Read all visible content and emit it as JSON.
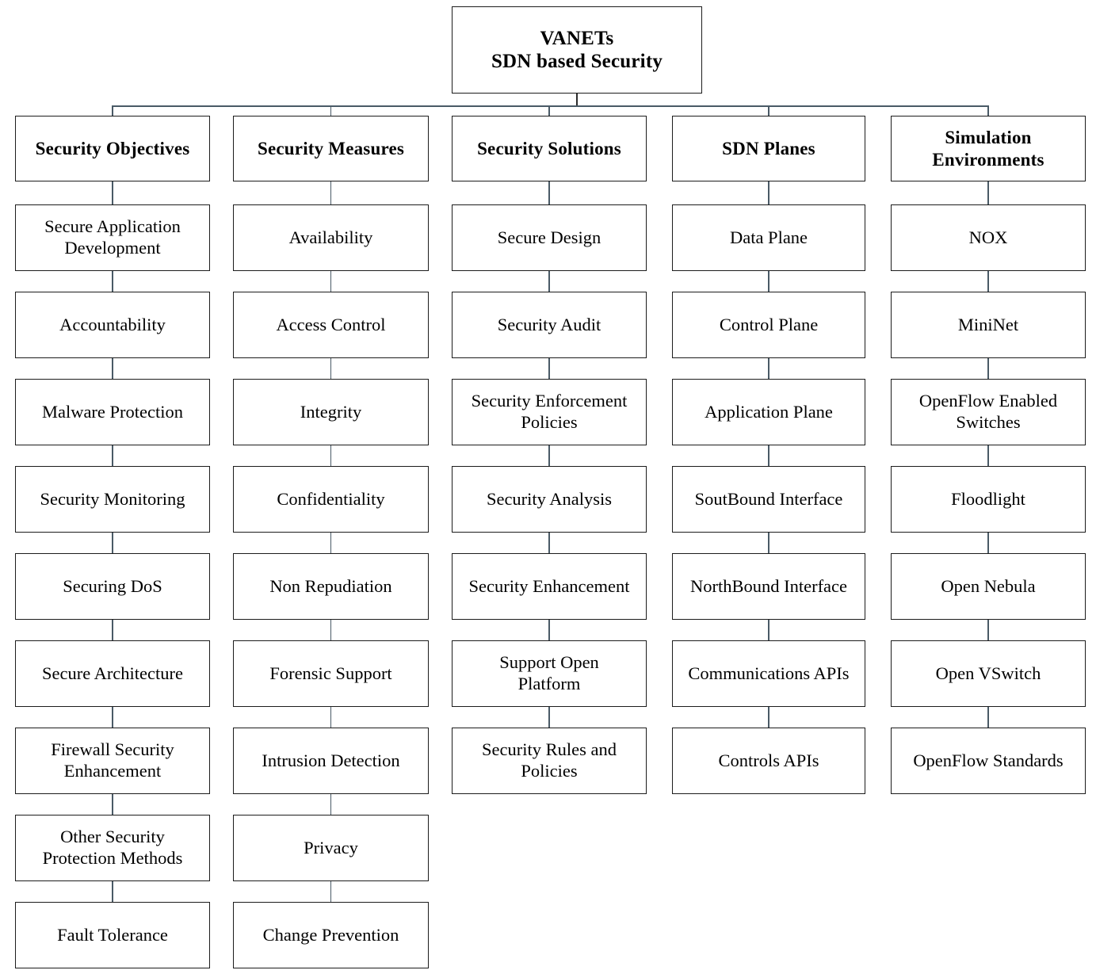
{
  "diagram": {
    "title": "VANETs SDN based Security",
    "type": "tree-taxonomy",
    "root": {
      "label": "VANETs\nSDN based Security"
    },
    "columns": [
      {
        "header": "Security Objectives",
        "items": [
          "Secure Application\nDevelopment",
          "Accountability",
          "Malware Protection",
          "Security Monitoring",
          "Securing DoS",
          "Secure Architecture",
          "Firewall Security\nEnhancement",
          "Other Security\nProtection Methods",
          "Fault Tolerance"
        ]
      },
      {
        "header": "Security Measures",
        "items": [
          "Availability",
          "Access Control",
          "Integrity",
          "Confidentiality",
          "Non Repudiation",
          "Forensic Support",
          "Intrusion Detection",
          "Privacy",
          "Change Prevention"
        ]
      },
      {
        "header": "Security Solutions",
        "items": [
          "Secure Design",
          "Security Audit",
          "Security Enforcement\nPolicies",
          "Security Analysis",
          "Security Enhancement",
          "Support Open\nPlatform",
          "Security Rules and\nPolicies"
        ]
      },
      {
        "header": "SDN Planes",
        "items": [
          "Data Plane",
          "Control Plane",
          "Application Plane",
          "SoutBound Interface",
          "NorthBound Interface",
          "Communications APIs",
          "Controls APIs"
        ]
      },
      {
        "header": "Simulation\nEnvironments",
        "items": [
          "NOX",
          "MiniNet",
          "OpenFlow Enabled\nSwitches",
          "Floodlight",
          "Open Nebula",
          "Open VSwitch",
          "OpenFlow Standards"
        ]
      }
    ],
    "colors": {
      "box_border": "#1c1c1c",
      "connector": "#4a5a66",
      "text": "#000000",
      "background": "#ffffff"
    }
  }
}
